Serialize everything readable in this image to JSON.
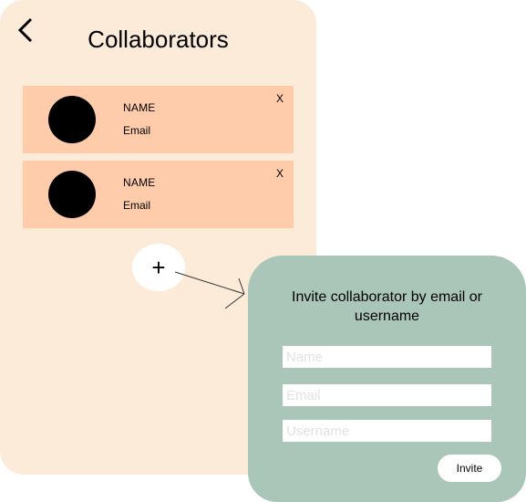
{
  "screen": {
    "title": "Collaborators",
    "back_icon": "chevron-left-icon"
  },
  "collaborators": [
    {
      "name": "NAME",
      "email": "Email",
      "remove_label": "X"
    },
    {
      "name": "NAME",
      "email": "Email",
      "remove_label": "X"
    }
  ],
  "add_button": {
    "label": "+"
  },
  "invite_dialog": {
    "title": "Invite collaborator by email or username",
    "fields": [
      {
        "placeholder": "Name",
        "value": ""
      },
      {
        "placeholder": "Email",
        "value": ""
      },
      {
        "placeholder": "Username",
        "value": ""
      }
    ],
    "submit_label": "Invite"
  },
  "colors": {
    "panel_bg": "#fdebd9",
    "card_bg": "#fecbab",
    "dialog_bg": "#aac6b8",
    "avatar": "#000000"
  }
}
